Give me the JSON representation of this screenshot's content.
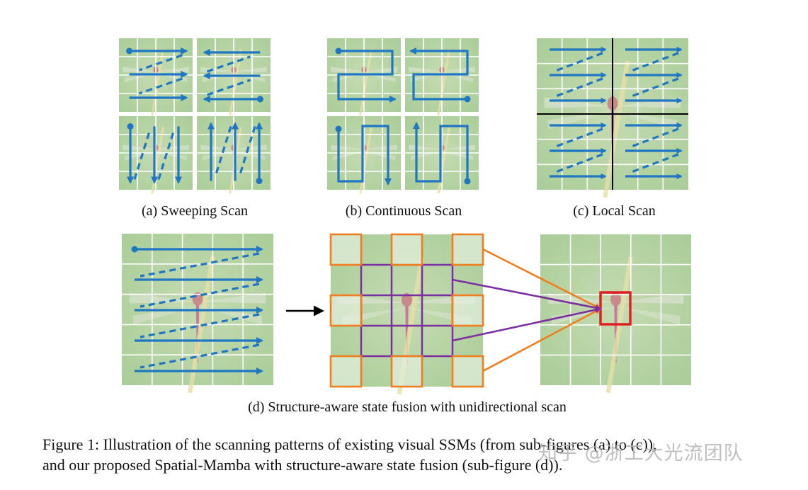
{
  "figure": {
    "subfigures": {
      "a": {
        "label": "(a) Sweeping Scan"
      },
      "b": {
        "label": "(b) Continuous Scan"
      },
      "c": {
        "label": "(c) Local Scan"
      },
      "d": {
        "label": "(d) Structure-aware state fusion with unidirectional scan"
      }
    },
    "colors": {
      "scan_arrow": "#1f77c4",
      "image_bg": "#b5d3a3",
      "grid_line": "#ffffff",
      "neighbor_box": "#f07d1e",
      "inner_grid": "#7b2fa0",
      "target_box": "#e02020",
      "local_divider": "#000000"
    }
  },
  "caption": {
    "line1": "Figure 1: Illustration of the scanning patterns of existing visual SSMs (from sub-figures (a) to (c)),",
    "line2": "and our proposed Spatial-Mamba with structure-aware state fusion (sub-figure (d))."
  },
  "watermark": {
    "text": "知乎 @浙工大光流团队"
  }
}
